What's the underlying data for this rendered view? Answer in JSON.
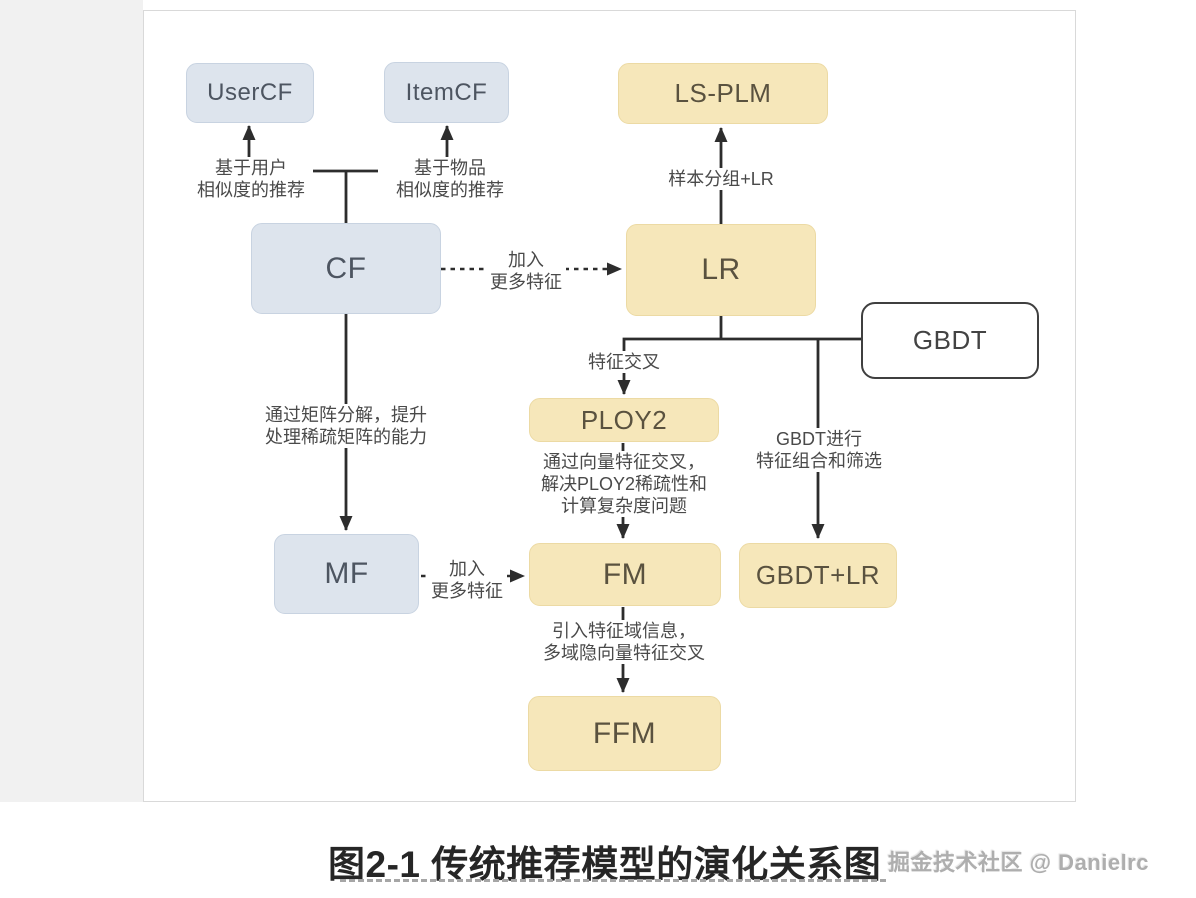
{
  "diagram": {
    "nodes": [
      {
        "id": "usercf",
        "label": "UserCF"
      },
      {
        "id": "itemcf",
        "label": "ItemCF"
      },
      {
        "id": "lsplm",
        "label": "LS-PLM"
      },
      {
        "id": "cf",
        "label": "CF"
      },
      {
        "id": "lr",
        "label": "LR"
      },
      {
        "id": "gbdt",
        "label": "GBDT"
      },
      {
        "id": "ploy2",
        "label": "PLOY2"
      },
      {
        "id": "mf",
        "label": "MF"
      },
      {
        "id": "fm",
        "label": "FM"
      },
      {
        "id": "gbdt_lr",
        "label": "GBDT+LR"
      },
      {
        "id": "ffm",
        "label": "FFM"
      }
    ],
    "edge_labels": [
      {
        "id": "cf-usercf",
        "text": "基于用户\n相似度的推荐"
      },
      {
        "id": "cf-itemcf",
        "text": "基于物品\n相似度的推荐"
      },
      {
        "id": "lr-lsplm",
        "text": "样本分组+LR"
      },
      {
        "id": "cf-lr",
        "text": "加入\n更多特征"
      },
      {
        "id": "lr-ploy2",
        "text": "特征交叉"
      },
      {
        "id": "cf-mf",
        "text": "通过矩阵分解，提升\n处理稀疏矩阵的能力"
      },
      {
        "id": "gbdt-gbdtlr",
        "text": "GBDT进行\n特征组合和筛选"
      },
      {
        "id": "ploy2-fm",
        "text": "通过向量特征交叉，\n解决PLOY2稀疏性和\n计算复杂度问题"
      },
      {
        "id": "mf-fm",
        "text": "加入\n更多特征"
      },
      {
        "id": "fm-ffm",
        "text": "引入特征域信息，\n多域隐向量特征交叉"
      }
    ]
  },
  "caption": {
    "title": "图2-1 传统推荐模型的演化关系图"
  },
  "watermark": {
    "text": "掘金技术社区 @ Danielrc"
  },
  "colors": {
    "blue_fill": "#dde4ed",
    "blue_border": "#c8d3e1",
    "yellow_fill": "#f6e7ba",
    "yellow_border": "#ecdaa4",
    "outline_border": "#3f3f3f",
    "line": "#2d2d2d",
    "text_dark": "#4a4a4a",
    "box_text_blue": "#4d5561",
    "box_text_yellow": "#5a523f",
    "panel_border": "#d9d9d9",
    "watermark": "#aeaeae"
  }
}
